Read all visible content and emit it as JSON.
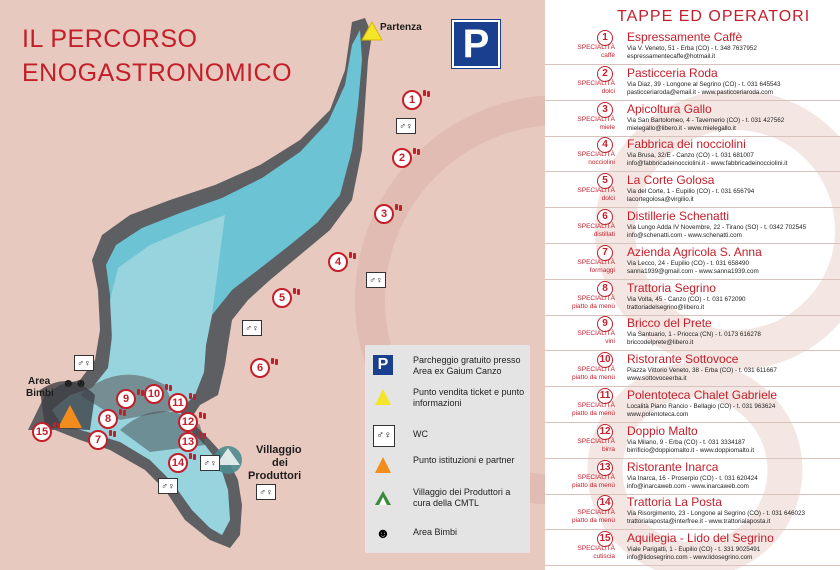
{
  "map": {
    "title_line1": "IL PERCORSO",
    "title_line2": "ENOGASTRONOMICO",
    "start_label": "Partenza",
    "parking_symbol": "P",
    "area_bimbi_label_1": "Area",
    "area_bimbi_label_2": "Bimbi",
    "villaggio_label_1": "Villaggio",
    "villaggio_label_2": "dei",
    "villaggio_label_3": "Produttori",
    "stop_numbers": [
      "1",
      "2",
      "3",
      "4",
      "5",
      "6",
      "7",
      "8",
      "9",
      "10",
      "11",
      "12",
      "13",
      "14",
      "15"
    ],
    "wc_symbol": "♂♀"
  },
  "legend": [
    {
      "icon": "parking-icon",
      "text": "Parcheggio gratuito presso Area ex Gaium Canzo",
      "symbol": "P"
    },
    {
      "icon": "ticket-point-icon",
      "text": "Punto vendita ticket e punto informazioni"
    },
    {
      "icon": "wc-icon",
      "text": "WC",
      "symbol": "♂♀"
    },
    {
      "icon": "institutions-point-icon",
      "text": "Punto istituzioni e partner"
    },
    {
      "icon": "producers-village-icon",
      "text": "Villaggio dei Produttori a cura della CMTL"
    },
    {
      "icon": "kids-area-icon",
      "text": "Area Bimbi"
    }
  ],
  "panel": {
    "title": "TAPPE ED OPERATORI",
    "entries": [
      {
        "num": "1",
        "spec_label": "SPECIALITÀ",
        "spec": "caffè",
        "name": "Espressamente Caffè",
        "address": "Via V. Veneto, 51 - Erba (CO) - t. 348 7637952",
        "web": "espressamentecaffe@hotmail.it"
      },
      {
        "num": "2",
        "spec_label": "SPECIALITÀ",
        "spec": "dolci",
        "name": "Pasticceria Roda",
        "address": "Via Diaz, 39 - Longone al Segrino (CO) - t. 031 645543",
        "web": "pasticceriaroda@email.it - www.pasticceriaroda.com"
      },
      {
        "num": "3",
        "spec_label": "SPECIALITÀ",
        "spec": "miele",
        "name": "Apicoltura Gallo",
        "address": "Via San Bartolomeo, 4 - Tavernerio (CO) - t. 031 427562",
        "web": "mielegallo@libero.it - www.mielegallo.it"
      },
      {
        "num": "4",
        "spec_label": "SPECIALITÀ",
        "spec": "nocciolini",
        "name": "Fabbrica dei nocciolini",
        "address": "Via Brusa, 32/E - Canzo (CO) - t. 031 681007",
        "web": "info@fabbricadeinocciolini.it - www.fabbricadeinocciolini.it"
      },
      {
        "num": "5",
        "spec_label": "SPECIALITÀ",
        "spec": "dolci",
        "name": "La Corte Golosa",
        "address": "Via del Corte, 1 - Eupilio (CO) - t. 031 656794",
        "web": "lacortegolosa@virgilio.it"
      },
      {
        "num": "6",
        "spec_label": "SPECIALITÀ",
        "spec": "distillati",
        "name": "Distillerie Schenatti",
        "address": "Via Lungo Adda IV Novembre, 22 - Tirano (SO) - t. 0342 702545",
        "web": "info@schenatti.com - www.schenatti.com"
      },
      {
        "num": "7",
        "spec_label": "SPECIALITÀ",
        "spec": "formaggi",
        "name": "Azienda Agricola S. Anna",
        "address": "Via Lecco, 24 - Eupilio (CO) - t. 031 658490",
        "web": "sanna1939@gmail.com - www.sanna1939.com"
      },
      {
        "num": "8",
        "spec_label": "SPECIALITÀ",
        "spec": "piatto da menù",
        "name": "Trattoria Segrino",
        "address": "Via Volta, 45 - Canzo (CO) - t. 031 672090",
        "web": "trattoriadelsegrino@libero.it"
      },
      {
        "num": "9",
        "spec_label": "SPECIALITÀ",
        "spec": "vini",
        "name": "Bricco del Prete",
        "address": "Via Santuario, 1 - Priocca (CN) - t. 0173 616278",
        "web": "briccodelprete@libero.it"
      },
      {
        "num": "10",
        "spec_label": "SPECIALITÀ",
        "spec": "piatto da menù",
        "name": "Ristorante Sottovoce",
        "address": "Piazza Vittorio Veneto, 38 - Erba (CO) - t. 031 611667",
        "web": "www.sottovoceerba.it"
      },
      {
        "num": "11",
        "spec_label": "SPECIALITÀ",
        "spec": "piatto da menù",
        "name": "Polentoteca Chalet Gabriele",
        "address": "Località Piano Rancio - Bellagio (CO) - t. 031 963624",
        "web": "www.polentoteca.com"
      },
      {
        "num": "12",
        "spec_label": "SPECIALITÀ",
        "spec": "birra",
        "name": "Doppio Malto",
        "address": "Via Milano, 9 - Erba (CO) - t. 031 3334187",
        "web": "birrificio@doppiomalto.it - www.doppiomalto.it"
      },
      {
        "num": "13",
        "spec_label": "SPECIALITÀ",
        "spec": "piatto da menù",
        "name": "Ristorante Inarca",
        "address": "Via Inarca, 16 - Proserpio (CO) - t. 031 620424",
        "web": "info@inarcaweb.com - www.inarcaweb.com"
      },
      {
        "num": "14",
        "spec_label": "SPECIALITÀ",
        "spec": "piatto da menù",
        "name": "Trattoria La Posta",
        "address": "Via Risorgimento, 23 - Longone al Segrino (CO) - t. 031 646023",
        "web": "trattorialaposta@interfree.it - www.trattorialaposta.it"
      },
      {
        "num": "15",
        "spec_label": "SPECIALITÀ",
        "spec": "cutiscia",
        "name": "Aquilegia - Lido del Segrino",
        "address": "Viale Parigatti, 1 - Eupilio (CO) - t. 331 9025491",
        "web": "info@lidosegrino.com - www.lidosegrino.com"
      }
    ]
  },
  "colors": {
    "accent": "#c41e2a",
    "lake": "#6cc3d3",
    "road": "#5d5f63",
    "map_bg": "#e8c9bf",
    "parking": "#1a3f8f"
  }
}
